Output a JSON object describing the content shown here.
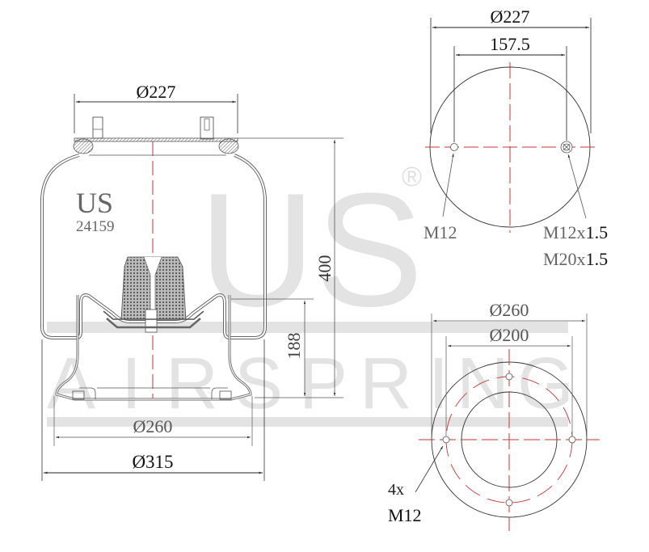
{
  "watermark": {
    "brand": "US",
    "subtitle_letters": [
      "A",
      "I",
      "R",
      "S",
      "P",
      "R",
      "I",
      "N",
      "G"
    ],
    "registered": "®",
    "color": "#e3e3e3"
  },
  "side_view": {
    "model_brand": "US",
    "model_number": "24159",
    "dimensions": {
      "top_diameter": "Ø227",
      "height": "400",
      "piston_height": "188",
      "base_diameter": "Ø260",
      "max_diameter": "Ø315"
    }
  },
  "top_view": {
    "dimensions": {
      "diameter": "Ø227",
      "bolt_spacing": "157.5"
    },
    "callouts": {
      "left_stud": "M12",
      "right_port_prefix_1": "M12x",
      "right_port_suffix_1": "1.5",
      "right_port_prefix_2": "M20x",
      "right_port_suffix_2": "1.5"
    }
  },
  "bottom_view": {
    "dimensions": {
      "outer_diameter": "Ø260",
      "bolt_circle": "Ø200"
    },
    "callouts": {
      "count": "4x",
      "thread": "M12"
    }
  },
  "colors": {
    "line": "#222222",
    "dim_line": "#555555",
    "centerline": "#cc3333",
    "hatch": "#777777"
  }
}
